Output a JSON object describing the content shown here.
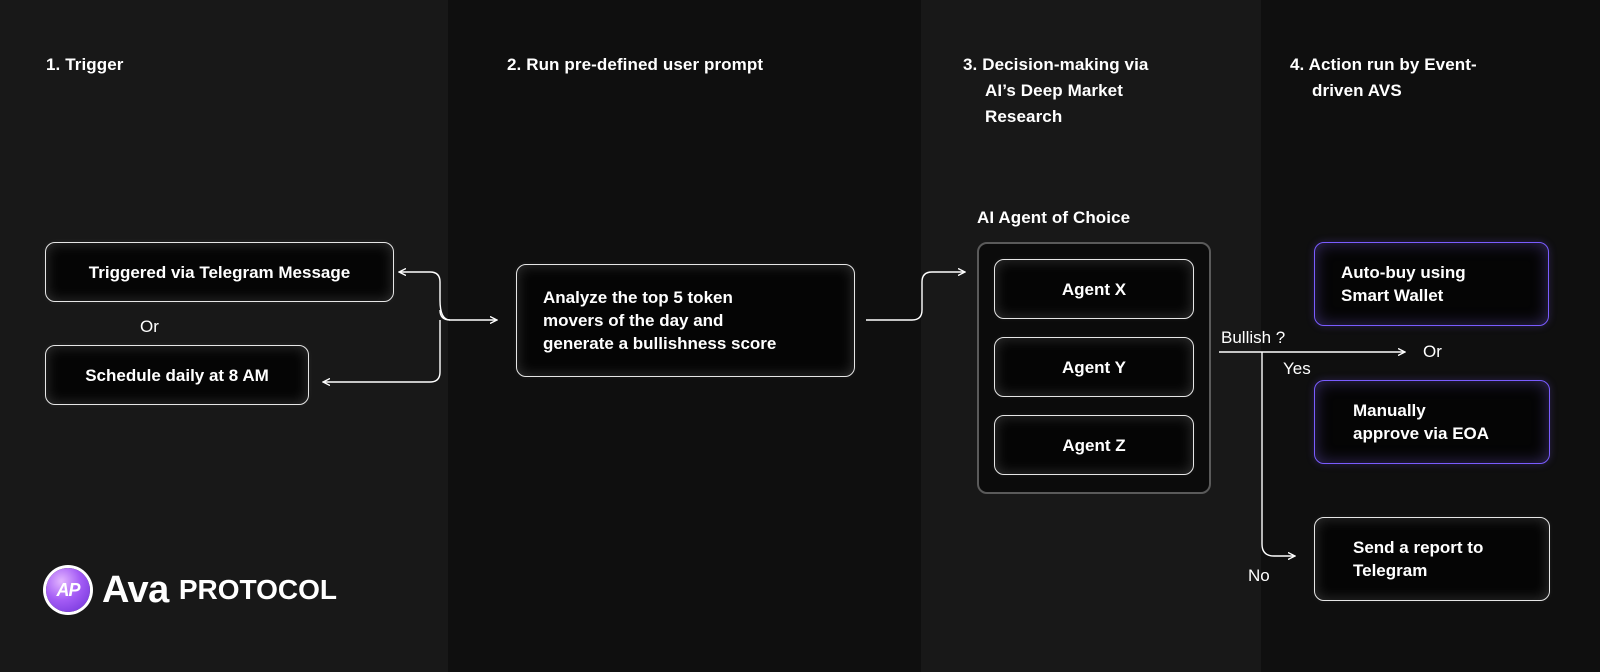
{
  "columns": [
    {
      "heading": "1. Trigger"
    },
    {
      "heading": "2. Run pre-defined user prompt"
    },
    {
      "heading_lines": [
        "3. Decision-making via",
        "AI’s Deep Market",
        "Research"
      ]
    },
    {
      "heading_lines": [
        "4. Action run by Event-",
        "driven AVS"
      ]
    }
  ],
  "trigger": {
    "telegram": "Triggered via Telegram Message",
    "or": "Or",
    "schedule": "Schedule daily at 8 AM"
  },
  "prompt": {
    "lines": [
      "Analyze the top 5 token",
      "movers of the day and",
      "generate a bullishness score"
    ]
  },
  "agents": {
    "title": "AI Agent of Choice",
    "items": [
      "Agent X",
      "Agent Y",
      "Agent Z"
    ]
  },
  "decision": {
    "question": "Bullish ?",
    "yes": "Yes",
    "no": "No",
    "or": "Or"
  },
  "actions": {
    "auto_buy": [
      "Auto-buy using",
      "Smart Wallet"
    ],
    "manual": [
      "Manually",
      "approve via EOA"
    ],
    "report": [
      "Send a report to",
      "Telegram"
    ]
  },
  "brand": {
    "mark": "AP",
    "name": "Ava",
    "suffix": "PROTOCOL"
  },
  "colors": {
    "accent_purple": "#7a5cff",
    "logo_purple": "#a45cf5",
    "box_border": "#e6e6e6"
  }
}
